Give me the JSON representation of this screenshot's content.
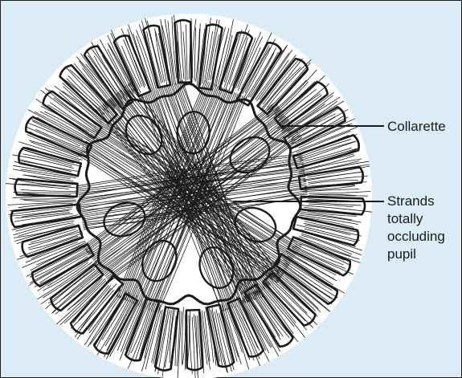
{
  "colors": {
    "background": "#dcecf6",
    "iris_fill": "#ffffff",
    "line": "#1a1a1a"
  },
  "labels": {
    "collarette": "Collarette",
    "strands": [
      "Strands",
      "totally",
      "occluding",
      "pupil"
    ]
  }
}
